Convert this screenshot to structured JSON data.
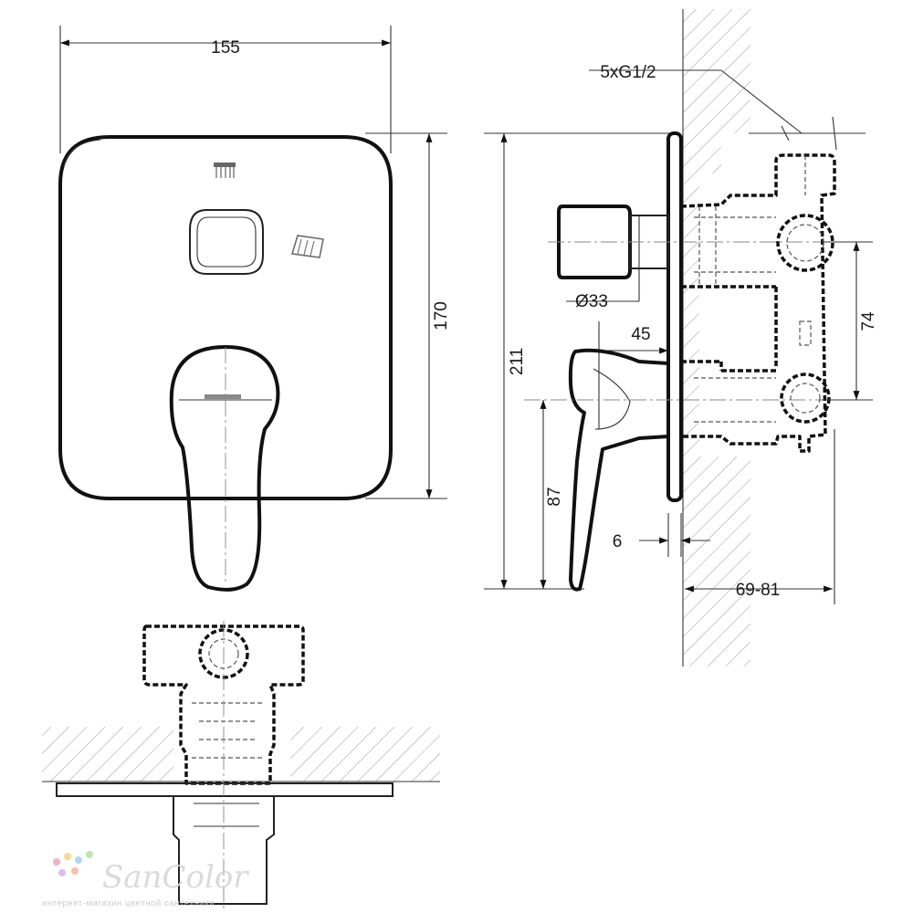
{
  "dimensions": {
    "plate_width": "155",
    "plate_height": "170",
    "total_height": "211",
    "connections": "5xG1/2",
    "diameter": "Ø33",
    "handle_depth": "45",
    "lever_height": "87",
    "plate_thickness": "6",
    "outlet_spacing": "74",
    "install_depth": "69-81"
  },
  "watermark": {
    "brand": "SanColor",
    "tagline": "интернет-магазин цветной сантехники",
    "dot_colors": [
      "#f2a7c0",
      "#f6d48a",
      "#a8d6f0",
      "#b7e3a8",
      "#d9b8ec",
      "#f7b9a0"
    ]
  }
}
